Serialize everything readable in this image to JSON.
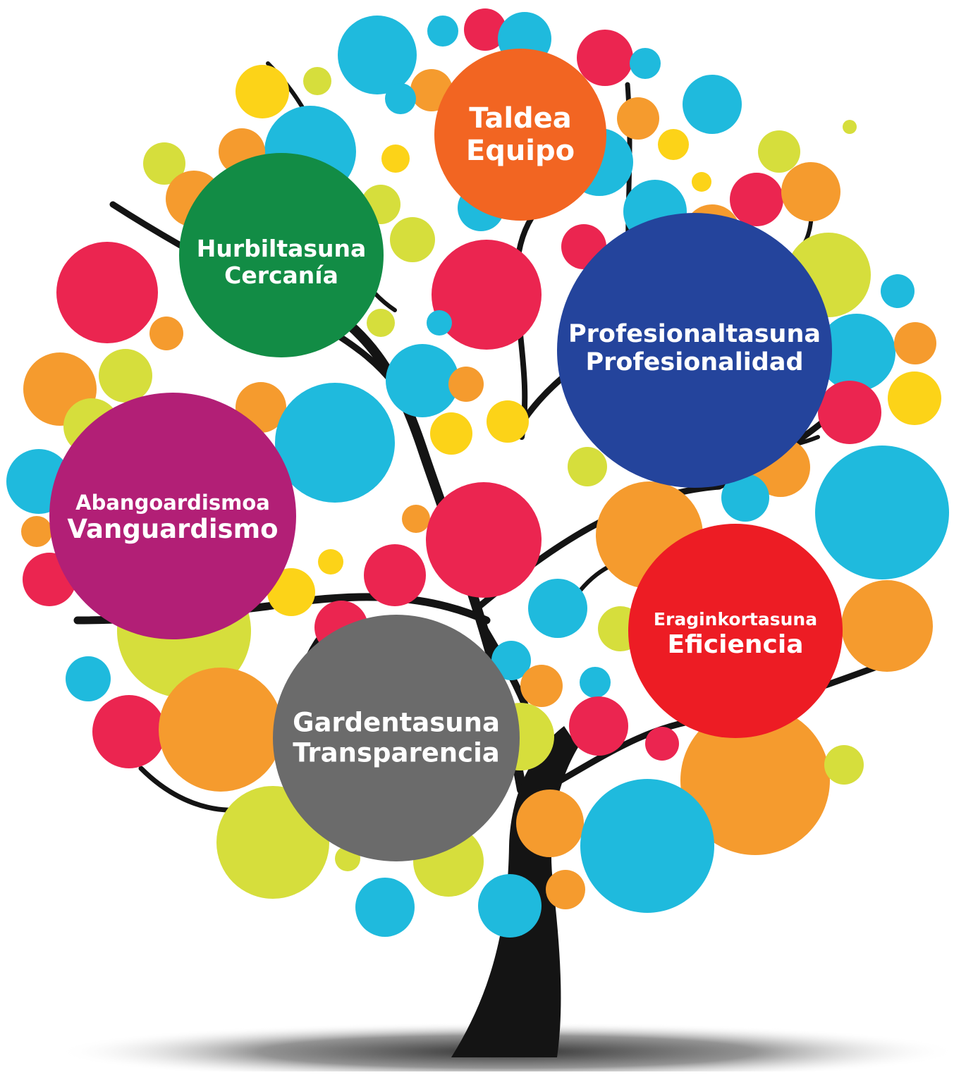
{
  "palette": {
    "red": "#eb2550",
    "cyan": "#1fbadd",
    "orange": "#f59b2e",
    "lime": "#d6de3c",
    "yellow": "#fcd318",
    "trunk": "#141414",
    "shadow": "#9a9a9a"
  },
  "values": [
    {
      "id": "taldea",
      "basque": "Taldea",
      "spanish": "Equipo",
      "color": "#f26522"
    },
    {
      "id": "hurbiltasuna",
      "basque": "Hurbiltasuna",
      "spanish": "Cercanía",
      "color": "#128c45"
    },
    {
      "id": "profesionaltasuna",
      "basque": "Profesionaltasuna",
      "spanish": "Profesionalidad",
      "color": "#24449c"
    },
    {
      "id": "abangoardismoa",
      "basque": "Abangoardismoa",
      "spanish": "Vanguardismo",
      "color": "#b21f76"
    },
    {
      "id": "eraginkortasuna",
      "basque": "Eraginkortasuna",
      "spanish": "Eficiencia",
      "color": "#ed1c24"
    },
    {
      "id": "gardentasuna",
      "basque": "Gardentasuna",
      "spanish": "Transparencia",
      "color": "#6b6b6b"
    }
  ]
}
